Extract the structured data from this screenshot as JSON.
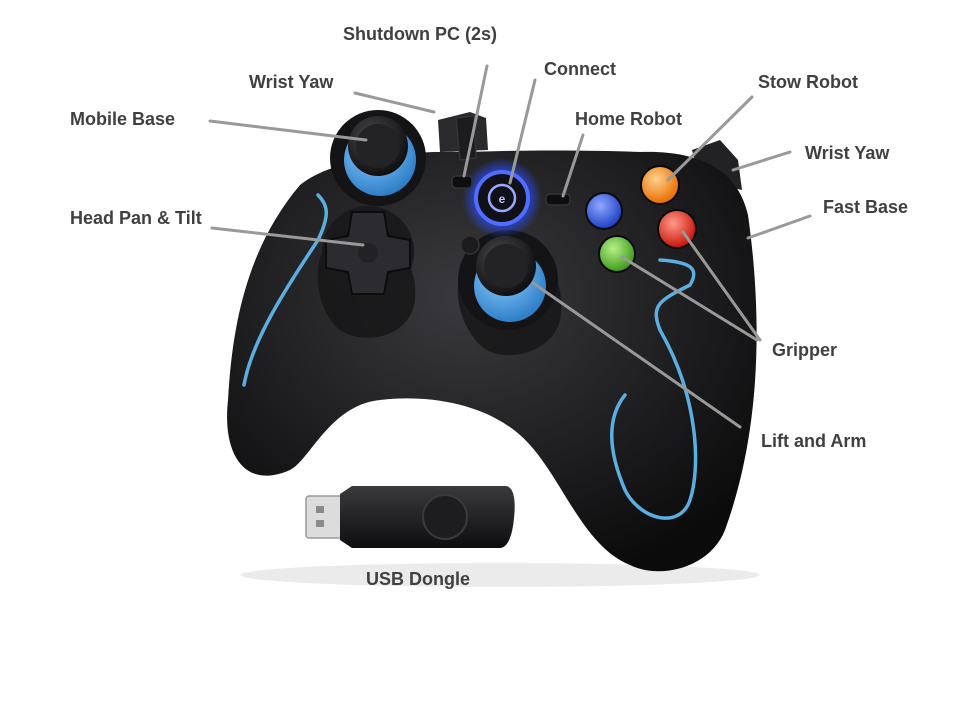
{
  "labels": {
    "shutdown_pc": "Shutdown PC (2s)",
    "wrist_yaw_left": "Wrist Yaw",
    "connect": "Connect",
    "stow_robot": "Stow Robot",
    "mobile_base": "Mobile Base",
    "home_robot": "Home Robot",
    "wrist_yaw_right": "Wrist Yaw",
    "fast_base": "Fast Base",
    "head_pan_tilt": "Head Pan & Tilt",
    "gripper": "Gripper",
    "lift_and_arm": "Lift and Arm",
    "usb_dongle": "USB Dongle"
  },
  "colors": {
    "label_text": "#404040",
    "leader_line": "#999999",
    "controller_body": "#1b1b1d",
    "accent_blue": "#5aaee0",
    "button_blue": "#2f5fe0",
    "button_green": "#5cc032",
    "button_orange": "#ff8a1a",
    "button_red": "#ee2a1e"
  }
}
